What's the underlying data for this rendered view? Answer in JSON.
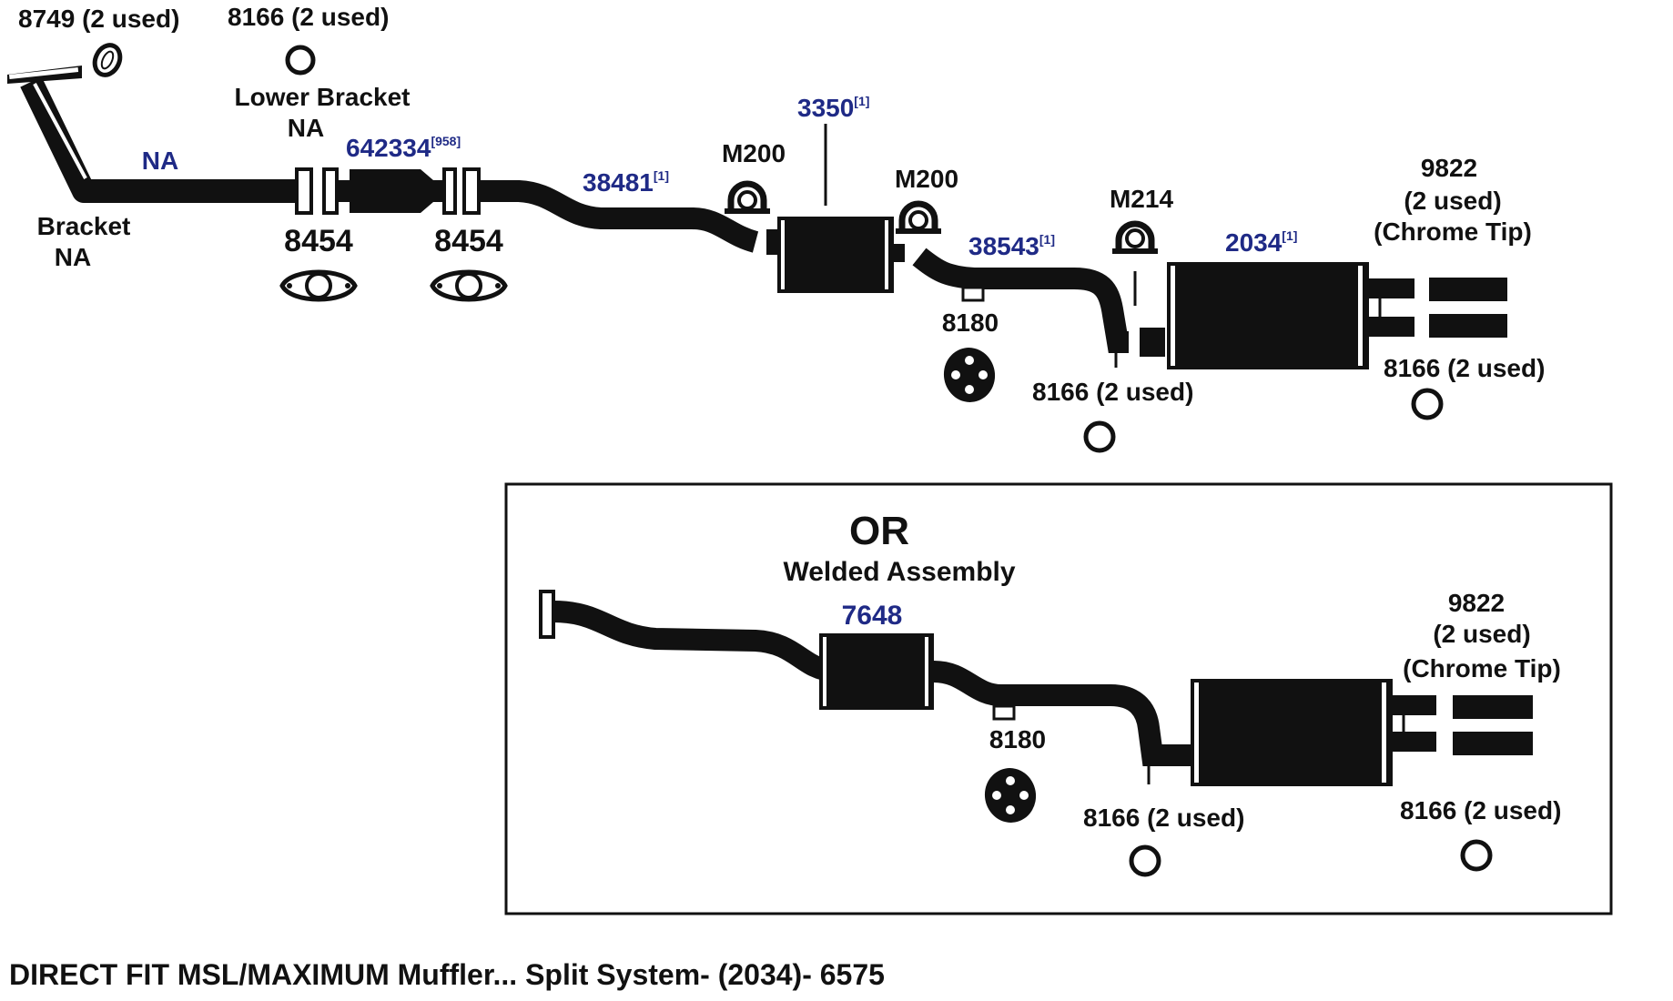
{
  "colors": {
    "part_blue": "#1f2a86",
    "ink": "#111111",
    "background": "#ffffff"
  },
  "top": {
    "ring_8749": "8749 (2 used)",
    "ring_8166_top": "8166 (2 used)",
    "lower_bracket": "Lower Bracket",
    "lower_bracket_na": "NA",
    "pipe_na": "NA",
    "bracket": "Bracket",
    "bracket_na": "NA",
    "cat_part": "642334",
    "cat_sup": "[958]",
    "gasket_a": "8454",
    "gasket_b": "8454",
    "pipe_part": "38481",
    "pipe_sup": "[1]",
    "clamp_a": "M200",
    "resonator_part": "3350",
    "resonator_sup": "[1]",
    "clamp_b": "M200",
    "tailpipe_part": "38543",
    "tailpipe_sup": "[1]",
    "hanger_8180": "8180",
    "clamp_c": "M214",
    "muffler_part": "2034",
    "muffler_sup": "[1]",
    "tip_part": "9822",
    "tip_used": "(2 used)",
    "tip_desc": "(Chrome Tip)",
    "ring_8166_mid": "8166 (2 used)",
    "ring_8166_right": "8166 (2 used)"
  },
  "alternative": {
    "or_label": "OR",
    "welded": "Welded Assembly",
    "assembly_part": "7648",
    "hanger_8180": "8180",
    "tip_part": "9822",
    "tip_used": "(2 used)",
    "tip_desc": "(Chrome Tip)",
    "ring_8166_left": "8166 (2 used)",
    "ring_8166_right": "8166 (2 used)"
  },
  "caption": "DIRECT FIT MSL/MAXIMUM Muffler... Split System- (2034)- 6575"
}
